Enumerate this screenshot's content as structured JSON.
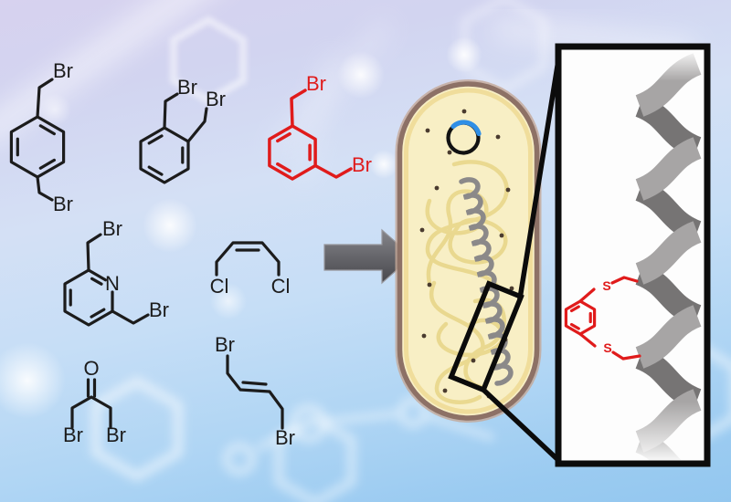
{
  "figure": {
    "kind": "graphical-abstract",
    "scene": "dibromide crosslinker reagents, arrow, bacterial cell with helical peptide, magnified stapled-helix inset"
  },
  "colors": {
    "background_top": "#d6d1ee",
    "background_bottom": "#97c9f0",
    "structure_black": "#1c1c1c",
    "structure_red": "#e01b1b",
    "arrow_gray": "#5c5c60",
    "cell_membrane_brown": "#8d7166",
    "cell_fill_cream": "#f8efc5",
    "cell_dna_yellow": "#e8d68a",
    "plasmid_blue": "#2f8fe6",
    "helix_gray": "#8b8989",
    "inset_ribbon_light": "#a7a5a5",
    "inset_ribbon_dark": "#767474",
    "inset_background": "#fdfdfd",
    "inset_border_black": "#0c0c0c"
  },
  "molecules": {
    "para": {
      "name": "para-xylylene-dibromide-icon",
      "labels": {
        "top": "Br",
        "bottom": "Br"
      }
    },
    "ortho": {
      "name": "ortho-xylylene-dibromide-icon",
      "labels": {
        "left": "Br",
        "right": "Br"
      }
    },
    "meta": {
      "name": "meta-xylylene-dibromide-icon",
      "labels": {
        "top": "Br",
        "bottom": "Br"
      }
    },
    "pyridine": {
      "name": "pyridine-dibromide-icon",
      "labels": {
        "nitrogen": "N",
        "top": "Br",
        "bottom": "Br"
      }
    },
    "cis_butene": {
      "name": "cis-dichlorobutene-icon",
      "labels": {
        "left": "Cl",
        "right": "Cl"
      }
    },
    "acetone": {
      "name": "dibromoacetone-icon",
      "labels": {
        "oxygen": "O",
        "left": "Br",
        "right": "Br"
      }
    },
    "trans_butene": {
      "name": "trans-dibromobutene-icon",
      "labels": {
        "top": "Br",
        "bottom": "Br"
      }
    },
    "crosslink": {
      "name": "xylylene-thioether-staple-icon",
      "labels": {
        "s_top": "S",
        "s_bottom": "S"
      }
    }
  }
}
